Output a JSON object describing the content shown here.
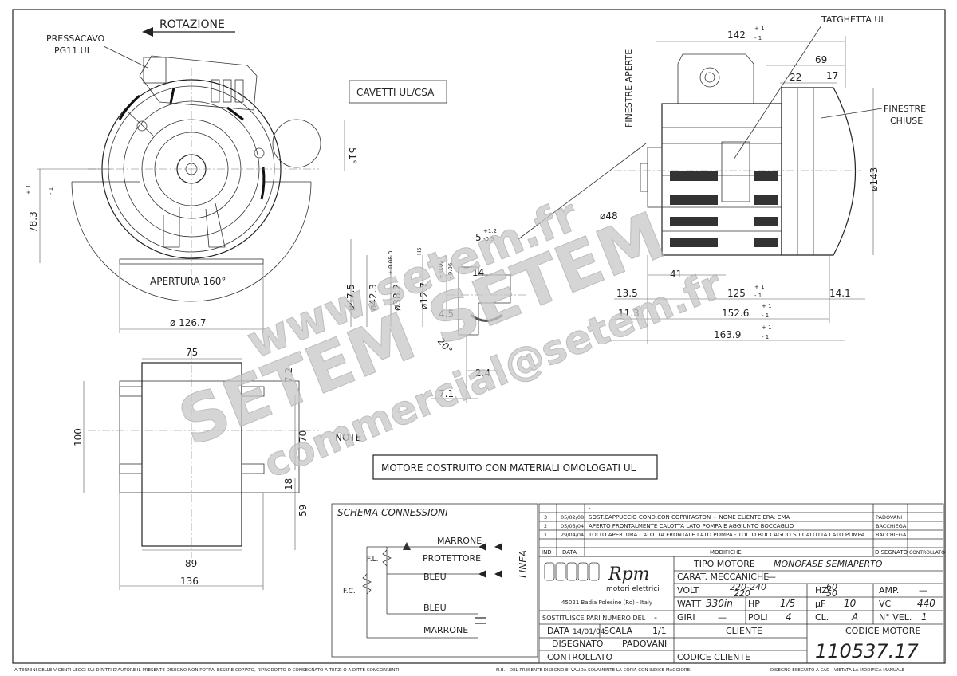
{
  "top_view": {
    "rotation_label": "ROTAZIONE",
    "cable_gland_label_1": "PRESSACAVO",
    "cable_gland_label_2": "PG11 UL",
    "cables_label": "CAVETTI UL/CSA",
    "opening_label": "APERTURA 160°",
    "angle_51": "51°",
    "dim_78_3": "78.3",
    "dim_78_3_tol_plus": "+ 1",
    "dim_78_3_tol_minus": "- 1",
    "dim_d126_7": "ø 126.7"
  },
  "side_view": {
    "plate_label": "TATGHETTA UL",
    "open_windows_label": "FINESTRE APERTE",
    "closed_windows_label_1": "FINESTRE",
    "closed_windows_label_2": "CHIUSE",
    "dim_142": "142",
    "dim_69": "69",
    "dim_22": "22",
    "dim_17": "17",
    "dim_d143": "ø143",
    "dim_d48": "ø48",
    "dim_41": "41",
    "dim_13_5": "13.5",
    "dim_125": "125",
    "dim_14_1": "14.1",
    "dim_11_3": "11.3",
    "dim_152_6": "152.6",
    "dim_163_9": "163.9",
    "tol_plus": "+ 1",
    "tol_minus": "- 1"
  },
  "detail_view": {
    "dim_5": "5",
    "dim_5_tol_plus": "+1.2",
    "dim_5_tol_minus": "-0.5",
    "dim_d47_5": "ø47.5",
    "dim_d42_3": "ø42.3",
    "dim_d38_2": "ø38.2",
    "dim_d38_2_tol": "+ 0.08 0",
    "dim_d12_7": "ø12.7",
    "dim_d12_7_tol": "H5",
    "dim_0_02": "+ 0.02",
    "dim_0_06": "- 0.06",
    "dim_14": "14",
    "dim_4_5": "4.5",
    "dim_20deg": "20°",
    "dim_2_4": "2.4",
    "dim_7_1": "7.1"
  },
  "base_view": {
    "dim_75": "75",
    "dim_7_2": "7.2",
    "dim_100": "100",
    "dim_70": "70",
    "dim_18": "18",
    "dim_59": "59",
    "dim_89": "89",
    "dim_136": "136"
  },
  "notes": {
    "title": "NOTE",
    "text": "MOTORE COSTRUITO CON MATERIALI OMOLOGATI UL"
  },
  "schema": {
    "title": "SCHEMA CONNESSIONI",
    "marrone_top": "MARRONE",
    "protettore": "PROTETTORE",
    "fl": "F.L.",
    "blu_1": "BLEU",
    "fc": "F.C.",
    "blu_2": "BLEU",
    "marrone_bottom": "MARRONE",
    "linea": "LINEA"
  },
  "revisions": {
    "rows": [
      {
        "ind": "-",
        "date": "-",
        "text": "-",
        "drawn": "-",
        "check": ""
      },
      {
        "ind": "3",
        "date": "05/02/08",
        "text": "SOST.CAPPUCCIO COND.CON COPRIFASTON + NOME CLIENTE ERA: CMA",
        "drawn": "PADOVANI",
        "check": ""
      },
      {
        "ind": "2",
        "date": "05/05/04",
        "text": "APERTO FRONTALMENTE CALOTTA LATO POMPA E AGGIUNTO BOCCAGLIO",
        "drawn": "BACCHIEGA",
        "check": ""
      },
      {
        "ind": "1",
        "date": "29/04/04",
        "text": "TOLTO APERTURA CALOTTA FRONTALE LATO POMPA - TOLTO BOCCAGLIO SU CALOTTA LATO POMPA",
        "drawn": "BACCHIEGA",
        "check": ""
      }
    ],
    "header_ind": "IND",
    "header_date": "DATA",
    "header_text": "MODIFICHE",
    "header_drawn": "DISEGNATO",
    "header_check": "CONTROLLATO"
  },
  "title_block": {
    "logo_name": "Rpm",
    "logo_sub": "motori elettrici",
    "address": "45021 Badia Polesine (Ro) - Italy",
    "tipo_motore_label": "TIPO MOTORE",
    "tipo_motore_value": "MONOFASE SEMIAPERTO",
    "carat_label": "CARAT. MECCANICHE",
    "carat_value": "—",
    "volt_label": "VOLT",
    "volt_value_1": "220-240",
    "volt_value_2": "220",
    "hz_label": "HZ",
    "hz_value_1": "60",
    "hz_value_2": "50",
    "amp_label": "AMP.",
    "amp_value": "—",
    "watt_label": "WATT",
    "watt_value": "330in",
    "hp_label": "HP",
    "hp_value": "1/5",
    "uf_label": "μF",
    "uf_value": "10",
    "vc_label": "VC",
    "vc_value": "440",
    "giri_label": "GIRI",
    "giri_value": "—",
    "poli_label": "POLI",
    "poli_value": "4",
    "cl_label": "CL.",
    "cl_value": "A",
    "nvel_label": "N° VEL.",
    "nvel_value": "1",
    "sostituisce_label": "SOSTITUISCE PARI NUMERO DEL",
    "sostituisce_value": "-",
    "data_label": "DATA",
    "data_value": "14/01/04",
    "scala_label": "SCALA",
    "scala_value": "1/1",
    "disegnato_label": "DISEGNATO",
    "disegnato_value": "PADOVANI",
    "controllato_label": "CONTROLLATO",
    "cliente_label": "CLIENTE",
    "codice_cliente_label": "CODICE CLIENTE",
    "codice_motore_label": "CODICE MOTORE",
    "codice_motore_value": "110537.17"
  },
  "footer": {
    "left": "A TERMINI DELLE VIGENTI LEGGI SUI DIRITTI D'AUTORE IL PRESENTE DISEGNO NON POTRA' ESSERE COPIATO, RIPRODOTTO O CONSEGNATO A TERZI O A DITTE CONCORRENTI.",
    "middle": "N.B. - DEL PRESENTE DISEGNO E' VALIDA SOLAMENTE LA COPIA CON INDICE MAGGIORE.",
    "right": "DISEGNO ESEGUITO A CAD - VIETATA LA MODIFICA MANUALE"
  },
  "watermark": {
    "line_1": "www.setem.fr",
    "line_2": "SETEM SETEM",
    "line_3": "commercial@setem.fr"
  }
}
